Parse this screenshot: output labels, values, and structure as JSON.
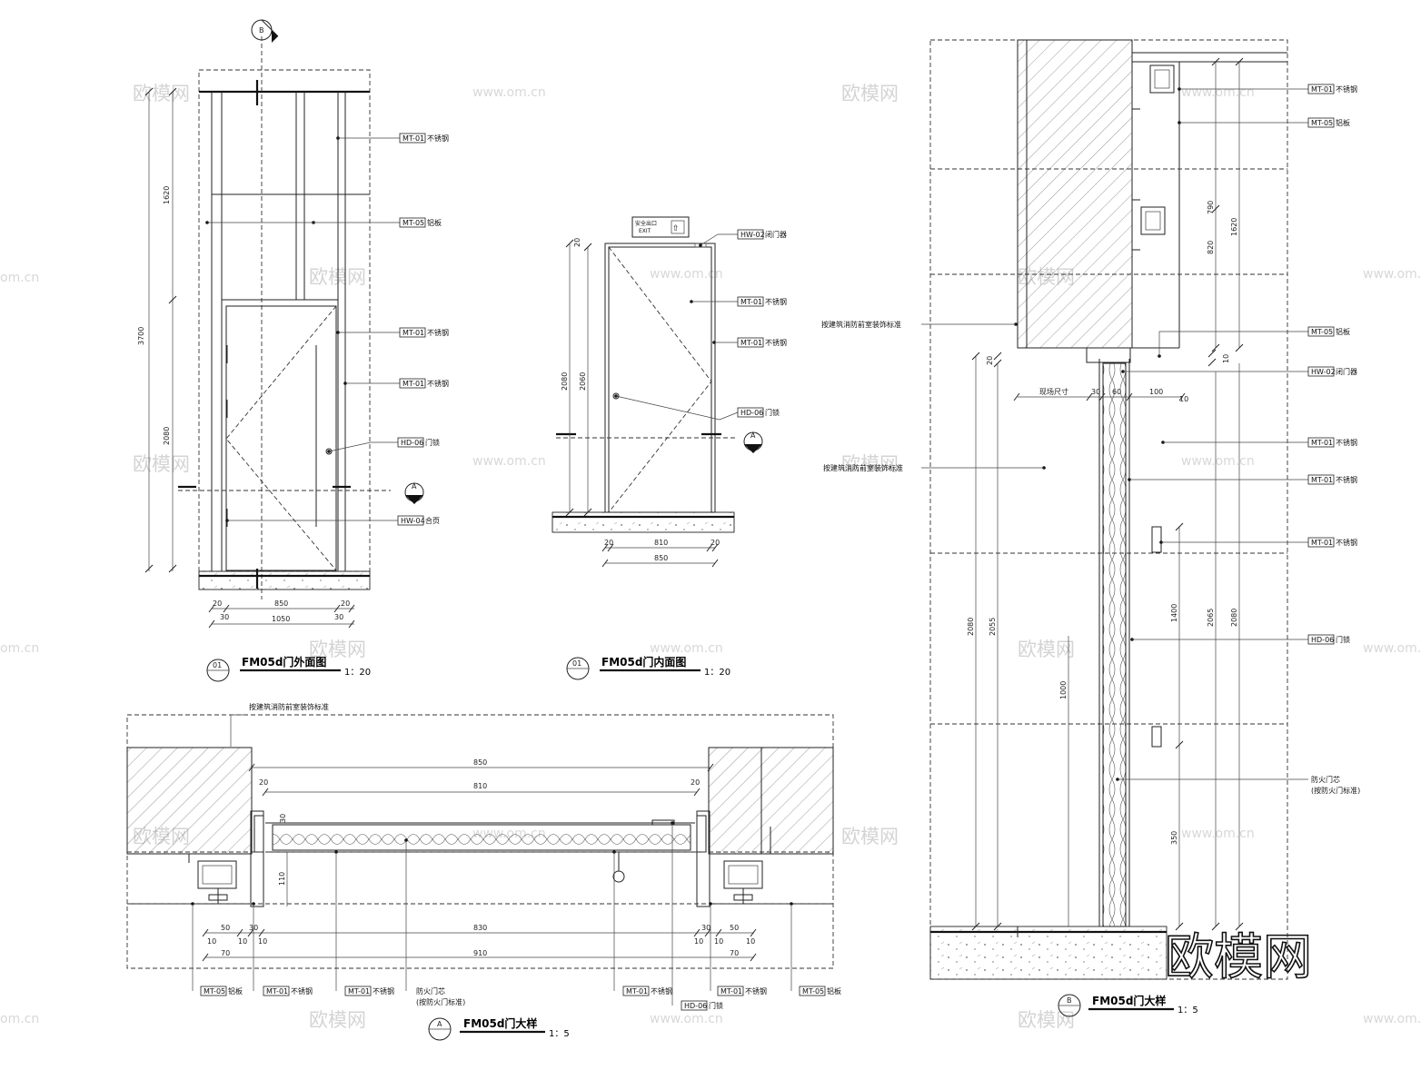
{
  "watermarks": {
    "brand": "欧模网",
    "site": "www.om.cn",
    "site_short": "om.cn"
  },
  "views": {
    "outer": {
      "num": "01",
      "title": "FM05d门外面图",
      "scale": "1：20"
    },
    "inner": {
      "num": "01",
      "title": "FM05d门内面图",
      "scale": "1：20"
    },
    "plan": {
      "num": "A",
      "title": "FM05d门大样",
      "scale": "1：5"
    },
    "section": {
      "num": "B",
      "title": "FM05d门大样",
      "scale": "1：5"
    }
  },
  "section_markers": {
    "a": "A",
    "b": "B"
  },
  "sign": {
    "line1": "安全出口",
    "line2": "EXIT"
  },
  "materials": {
    "mt01": "MT-01",
    "mt01_name": "不锈钢",
    "mt05": "MT-05",
    "mt05_name": "铝板",
    "hd06": "HD-06",
    "hd06_name": "门锁",
    "hw04": "HW-04",
    "hw04_name": "合页",
    "hw02": "HW-02",
    "hw02_name": "闭门器"
  },
  "notes": {
    "standard": "按建筑消防前室装饰标准",
    "core1": "防火门芯",
    "core2": "(按防火门标准)",
    "site_size": "现场尺寸"
  },
  "dims": {
    "d3700": "3700",
    "d1620": "1620",
    "d2080": "2080",
    "d2060": "2060",
    "d850": "850",
    "d1050": "1050",
    "d810": "810",
    "d830": "830",
    "d910": "910",
    "d20": "20",
    "d30": "30",
    "d50": "50",
    "d70": "70",
    "d10": "10",
    "d110": "110",
    "d100": "100",
    "d790": "790",
    "d820": "820",
    "d2055": "2055",
    "d1400": "1400",
    "d2065": "2065",
    "d1000": "1000",
    "d350": "350",
    "d60": "60"
  }
}
